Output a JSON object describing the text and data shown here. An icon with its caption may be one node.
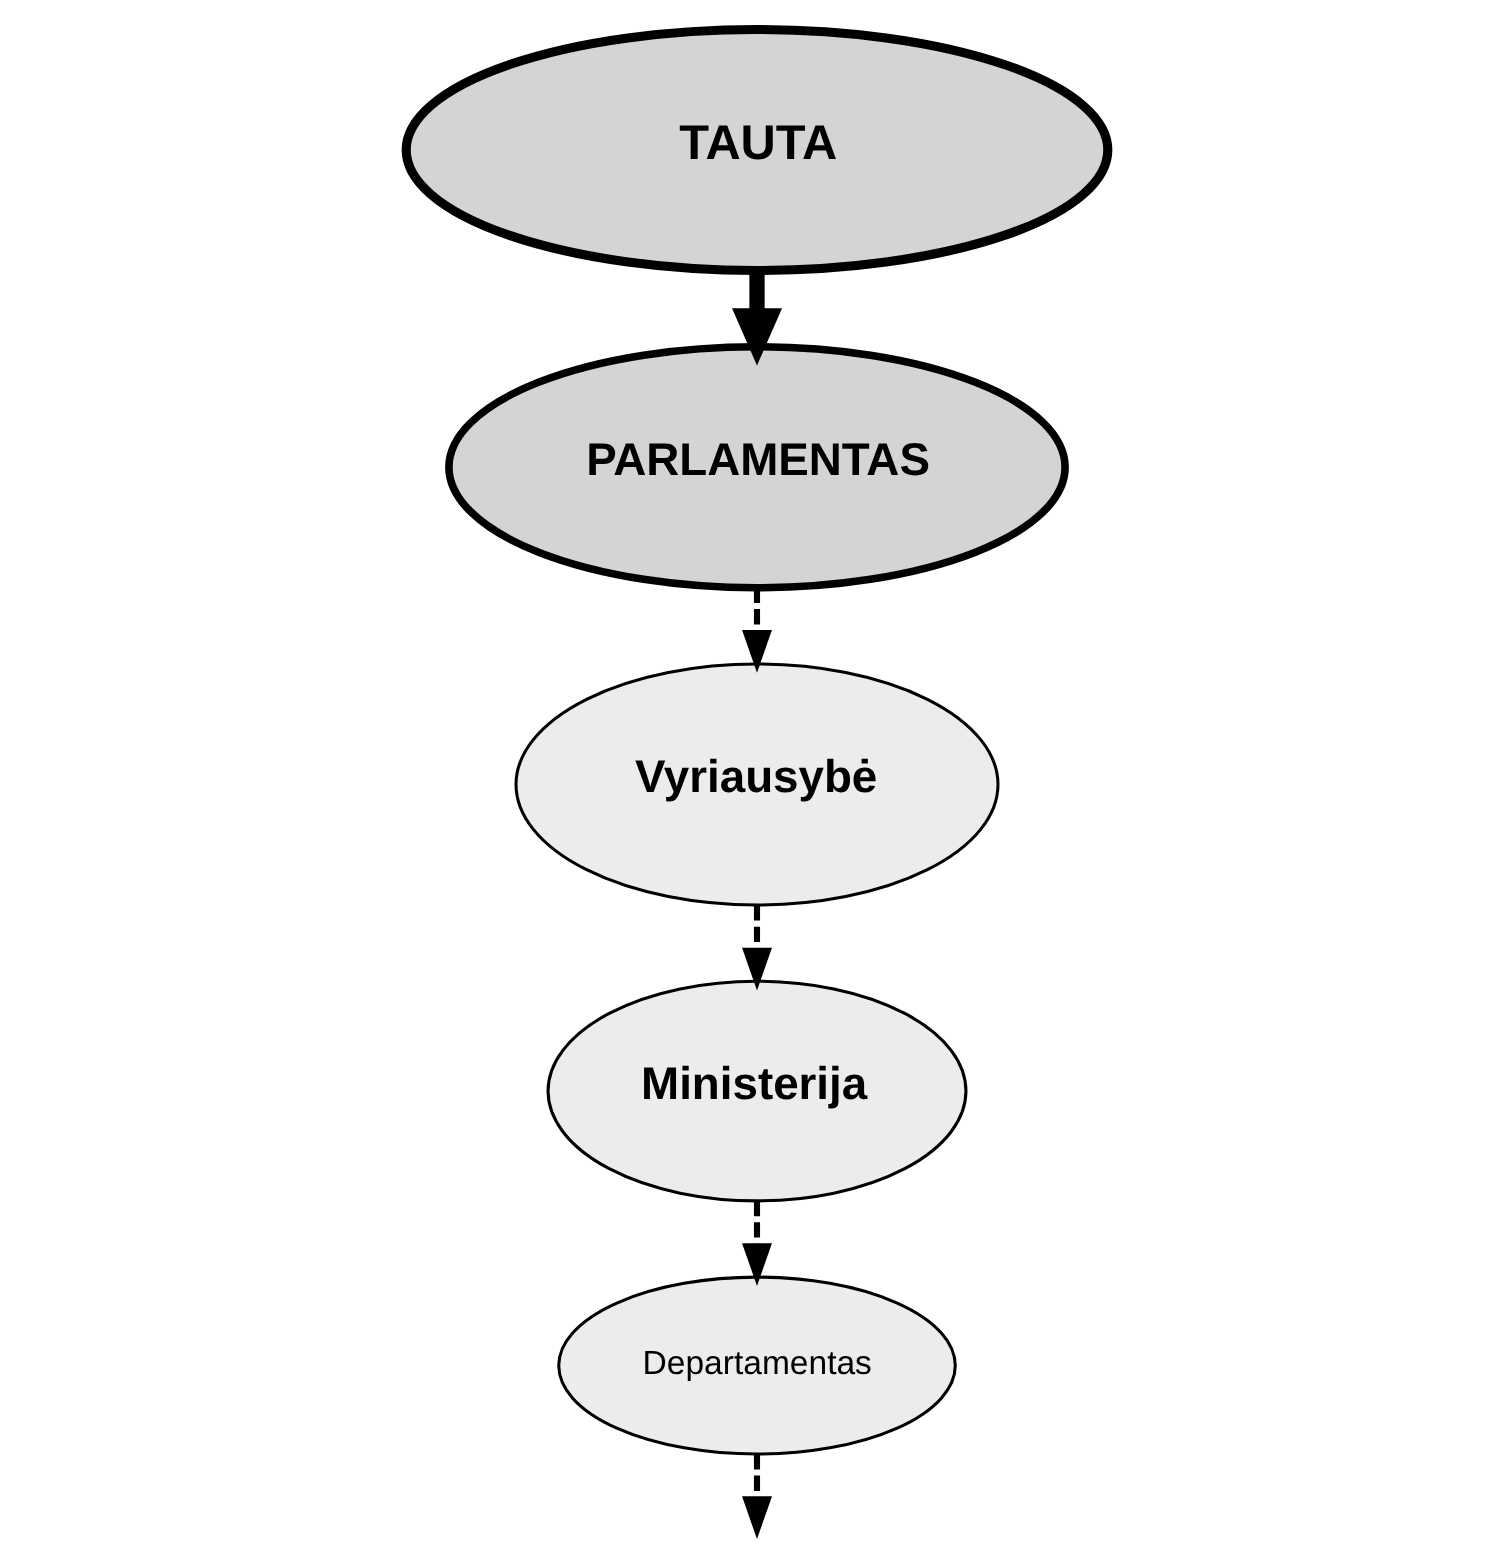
{
  "diagram": {
    "nodes": [
      {
        "text": [
          "TAUTA"
        ]
      },
      {
        "text": [
          "PARLAMENTAS"
        ]
      },
      {
        "text": [
          "Vyriausybė"
        ]
      },
      {
        "text": [
          "Ministerija"
        ]
      },
      {
        "text": [
          "Departamentas"
        ]
      }
    ],
    "edges": [
      {
        "from": 0,
        "to": 1,
        "arrow": "to",
        "style": "thick"
      },
      {
        "from": 1,
        "to": 2,
        "arrow": "to",
        "style": "dashed"
      },
      {
        "from": 2,
        "to": 3,
        "arrow": "to",
        "style": "dashed"
      },
      {
        "from": 3,
        "to": 4,
        "arrow": "to",
        "style": "dashed"
      },
      {
        "from": 4,
        "to": null,
        "arrow": "to",
        "style": "dashed"
      }
    ]
  }
}
